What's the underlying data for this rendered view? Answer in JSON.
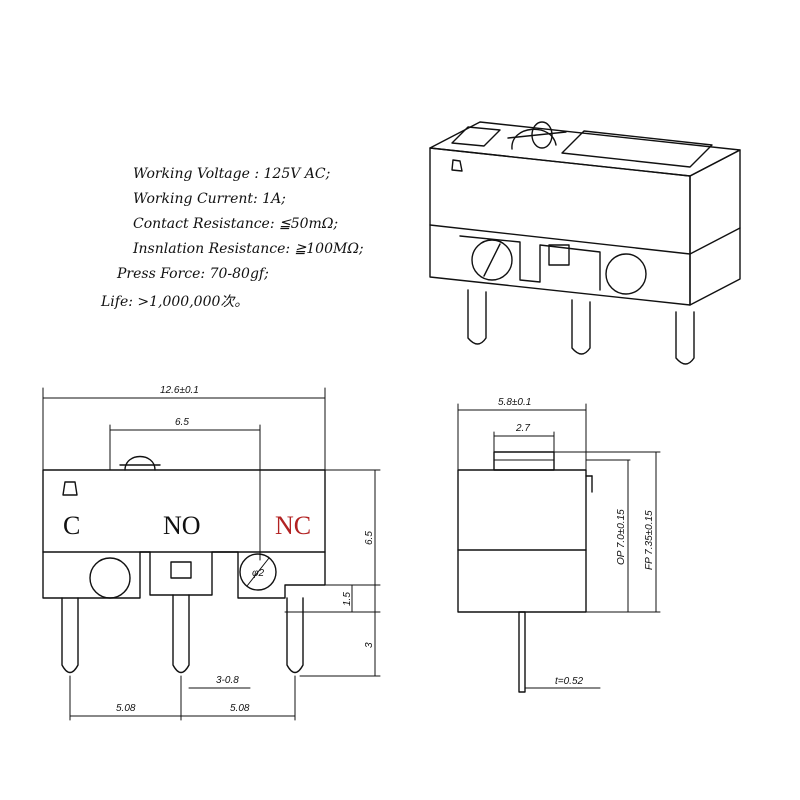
{
  "specs": {
    "voltage": "Working Voltage : 125V AC;",
    "current": "Working Current:  1A;",
    "contact": "Contact Resistance: ≦50mΩ;",
    "insulation": "Insnlation Resistance: ≧100MΩ;",
    "press": "Press Force: 70-80gf;",
    "life": "Life: >1,000,000次。"
  },
  "front_view": {
    "overall_width": "12.6±0.1",
    "plunger_offset": "6.5",
    "terminals": {
      "c": "C",
      "no": "NO",
      "nc": "NC"
    },
    "hole_diameter": "φ2",
    "body_height": "6.5",
    "step_height": "1.5",
    "pin_length": "3",
    "pin_width": "3-0.8",
    "pitch_left": "5.08",
    "pitch_right": "5.08"
  },
  "side_view": {
    "width": "5.8±0.1",
    "plunger_width": "2.7",
    "op": "OP 7.0±0.15",
    "fp": "FP 7.35±0.15",
    "thickness": "t=0.52"
  },
  "colors": {
    "line": "#111111",
    "nc_label": "#b22222"
  }
}
